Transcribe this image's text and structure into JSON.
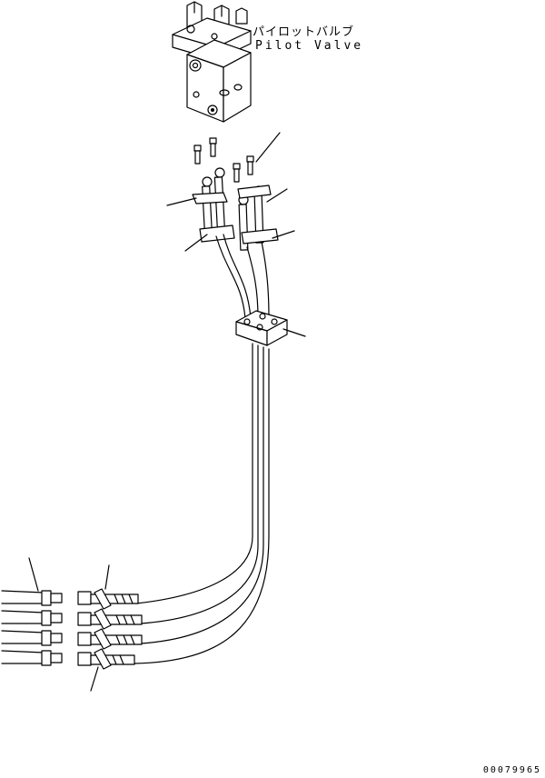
{
  "labels": {
    "pilot_valve_jp": "パイロットバルブ",
    "pilot_valve_en": "Pilot Valve",
    "drawing_number": "00079965"
  }
}
